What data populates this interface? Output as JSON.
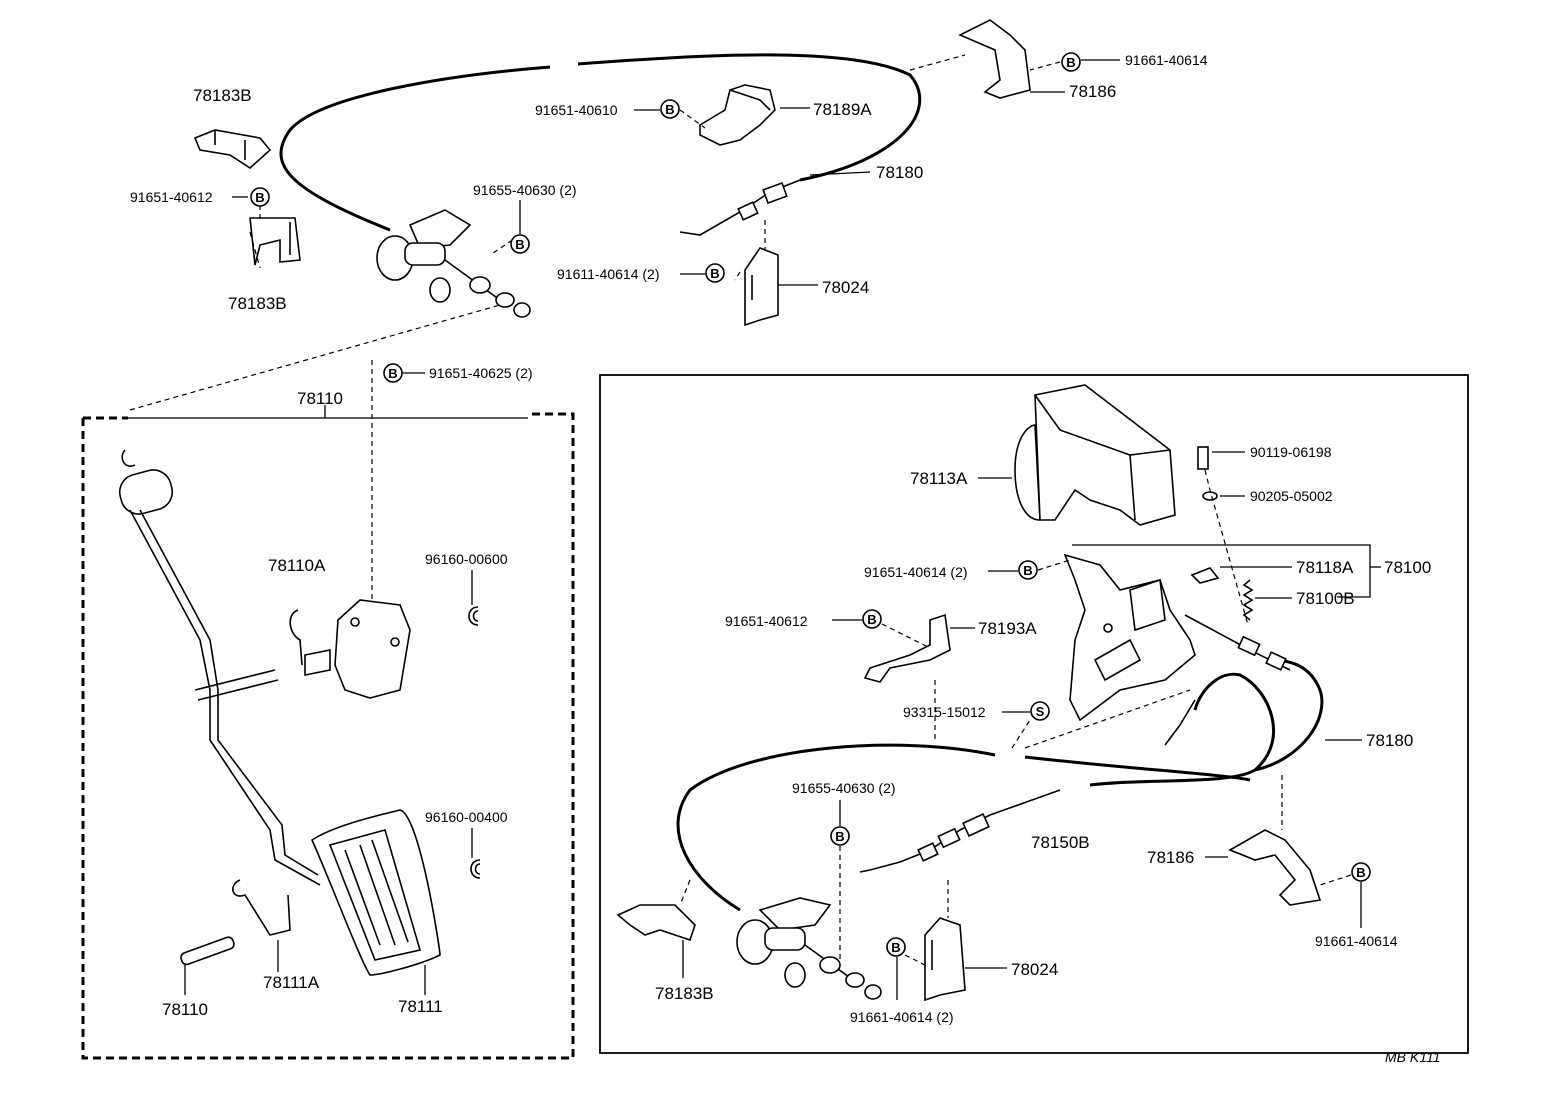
{
  "diagram": {
    "drawing_code": "MB K111",
    "marks": {
      "bolt": "B",
      "screw": "S"
    },
    "labels": {
      "p78183B_top": "78183B",
      "p91651_40612_top": "91651-40612",
      "p78183B_mid": "78183B",
      "p91655_40630_top": "91655-40630 (2)",
      "p91651_40610": "91651-40610",
      "p78189A": "78189A",
      "p91661_40614_top": "91661-40614",
      "p78186_top": "78186",
      "p78180_top": "78180",
      "p91611_40614": "91611-40614 (2)",
      "p78024_top": "78024",
      "p91651_40625": "91651-40625 (2)",
      "p78110_top": "78110",
      "p78110A": "78110A",
      "p96160_00600": "96160-00600",
      "p96160_00400": "96160-00400",
      "p78111A": "78111A",
      "p78110_bottom": "78110",
      "p78111": "78111",
      "p78113A": "78113A",
      "p90119_06198": "90119-06198",
      "p90205_05002": "90205-05002",
      "p91651_40614_inset": "91651-40614 (2)",
      "p78118A": "78118A",
      "p78100": "78100",
      "p78100B": "78100B",
      "p91651_40612_inset": "91651-40612",
      "p78193A": "78193A",
      "p93315_15012": "93315-15012",
      "p78180_inset": "78180",
      "p91655_40630_inset": "91655-40630 (2)",
      "p78150B": "78150B",
      "p78186_inset": "78186",
      "p91661_40614_inset_right": "91661-40614",
      "p78183B_inset": "78183B",
      "p78024_inset": "78024",
      "p91661_40614_inset_bottom": "91661-40614 (2)"
    }
  }
}
